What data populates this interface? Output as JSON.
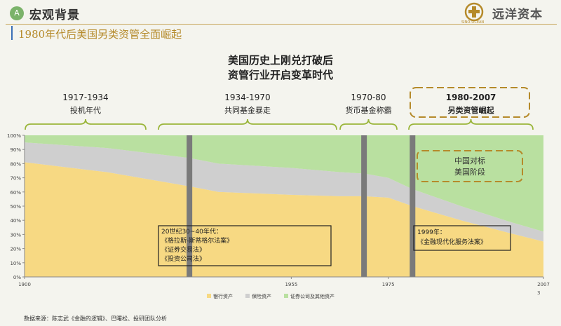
{
  "header": {
    "badge_letter": "A",
    "section_title": "宏观背景",
    "brand_name": "远洋资本",
    "brand_sub": "SINO-OCEAN",
    "page_title": "1980年代后美国另类资管全面崛起"
  },
  "main_title_line1": "美国历史上刚兑打破后",
  "main_title_line2": "资管行业开启变革时代",
  "eras": [
    {
      "years": "1917-1934",
      "label": "投机年代"
    },
    {
      "years": "1934-1970",
      "label": "共同基金暴走"
    },
    {
      "years": "1970-80",
      "label": "货币基金称霸"
    },
    {
      "years": "1980-2007",
      "label": "另类资管崛起"
    }
  ],
  "callout_china": [
    "中国对标",
    "美国阶段"
  ],
  "annotation_1930s": [
    "20世纪30~40年代：",
    "《格拉斯-斯蒂格尔法案》",
    "《证券交易法》",
    "《投资公司法》"
  ],
  "annotation_1999": [
    "1999年：",
    "《金融现代化服务法案》"
  ],
  "source_text": "数据来源：陈志武《金融的逻辑》、巴曙松、投研团队分析",
  "page_number": "3",
  "colors": {
    "bank": "#f7d983",
    "insurance": "#cfcfcf",
    "securities": "#b9e0a0",
    "accent": "#b58a2a",
    "divider": "#7a7a7a"
  },
  "chart_data": {
    "type": "area",
    "stacked": true,
    "x": [
      1900,
      1917,
      1934,
      1940,
      1955,
      1965,
      1970,
      1975,
      1980,
      1990,
      2000,
      2007
    ],
    "series": [
      {
        "name": "银行资产",
        "values": [
          81,
          74,
          64,
          60,
          58,
          57,
          57,
          56,
          50,
          40,
          31,
          25
        ]
      },
      {
        "name": "保险资产",
        "values": [
          14,
          17,
          20,
          20,
          19,
          17,
          16,
          14,
          12,
          10,
          8,
          7
        ]
      },
      {
        "name": "证券公司及其他资产",
        "values": [
          5,
          9,
          16,
          20,
          23,
          26,
          27,
          30,
          38,
          50,
          61,
          68
        ]
      }
    ],
    "xlim": [
      1900,
      2007
    ],
    "ylim": [
      0,
      100
    ],
    "x_ticks": [
      1900,
      1955,
      1975,
      2007
    ],
    "y_ticks": [
      "0%",
      "10%",
      "20%",
      "30%",
      "40%",
      "50%",
      "60%",
      "70%",
      "80%",
      "90%",
      "100%"
    ],
    "dividers": [
      1934,
      1970,
      1980
    ],
    "legend_position": "bottom"
  }
}
